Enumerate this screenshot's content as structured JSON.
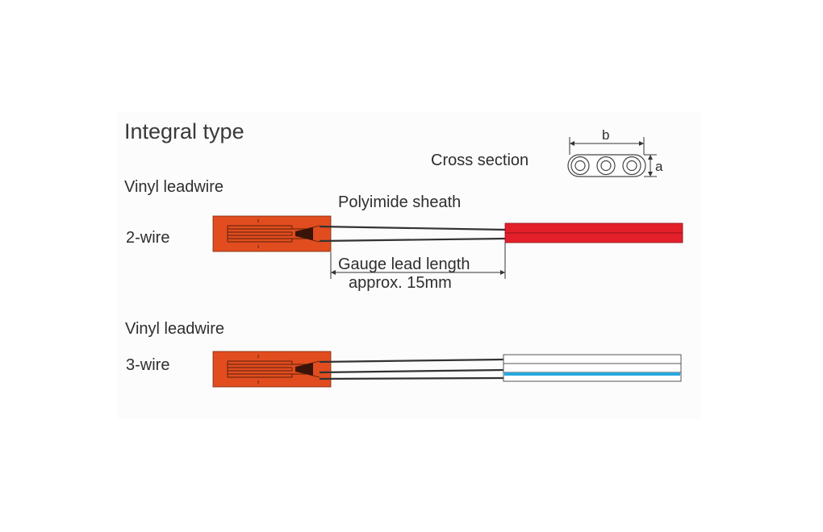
{
  "title": "Integral type",
  "cross_section": {
    "label": "Cross section",
    "dim_b": "b",
    "dim_a": "a"
  },
  "two_wire": {
    "leadwire_label": "Vinyl leadwire",
    "wire_label": "2-wire",
    "sheath_label": "Polyimide sheath",
    "gauge_lead_label": "Gauge lead length",
    "gauge_lead_value": "approx. 15mm"
  },
  "three_wire": {
    "leadwire_label": "Vinyl leadwire",
    "wire_label": "3-wire"
  },
  "colors": {
    "gauge_body": "#e14d1f",
    "two_wire_cable": "#e3202a",
    "three_wire_cable": "#ffffff",
    "three_wire_stripe": "#27a7df",
    "line": "#333333",
    "panel": "#fdfdfd"
  }
}
